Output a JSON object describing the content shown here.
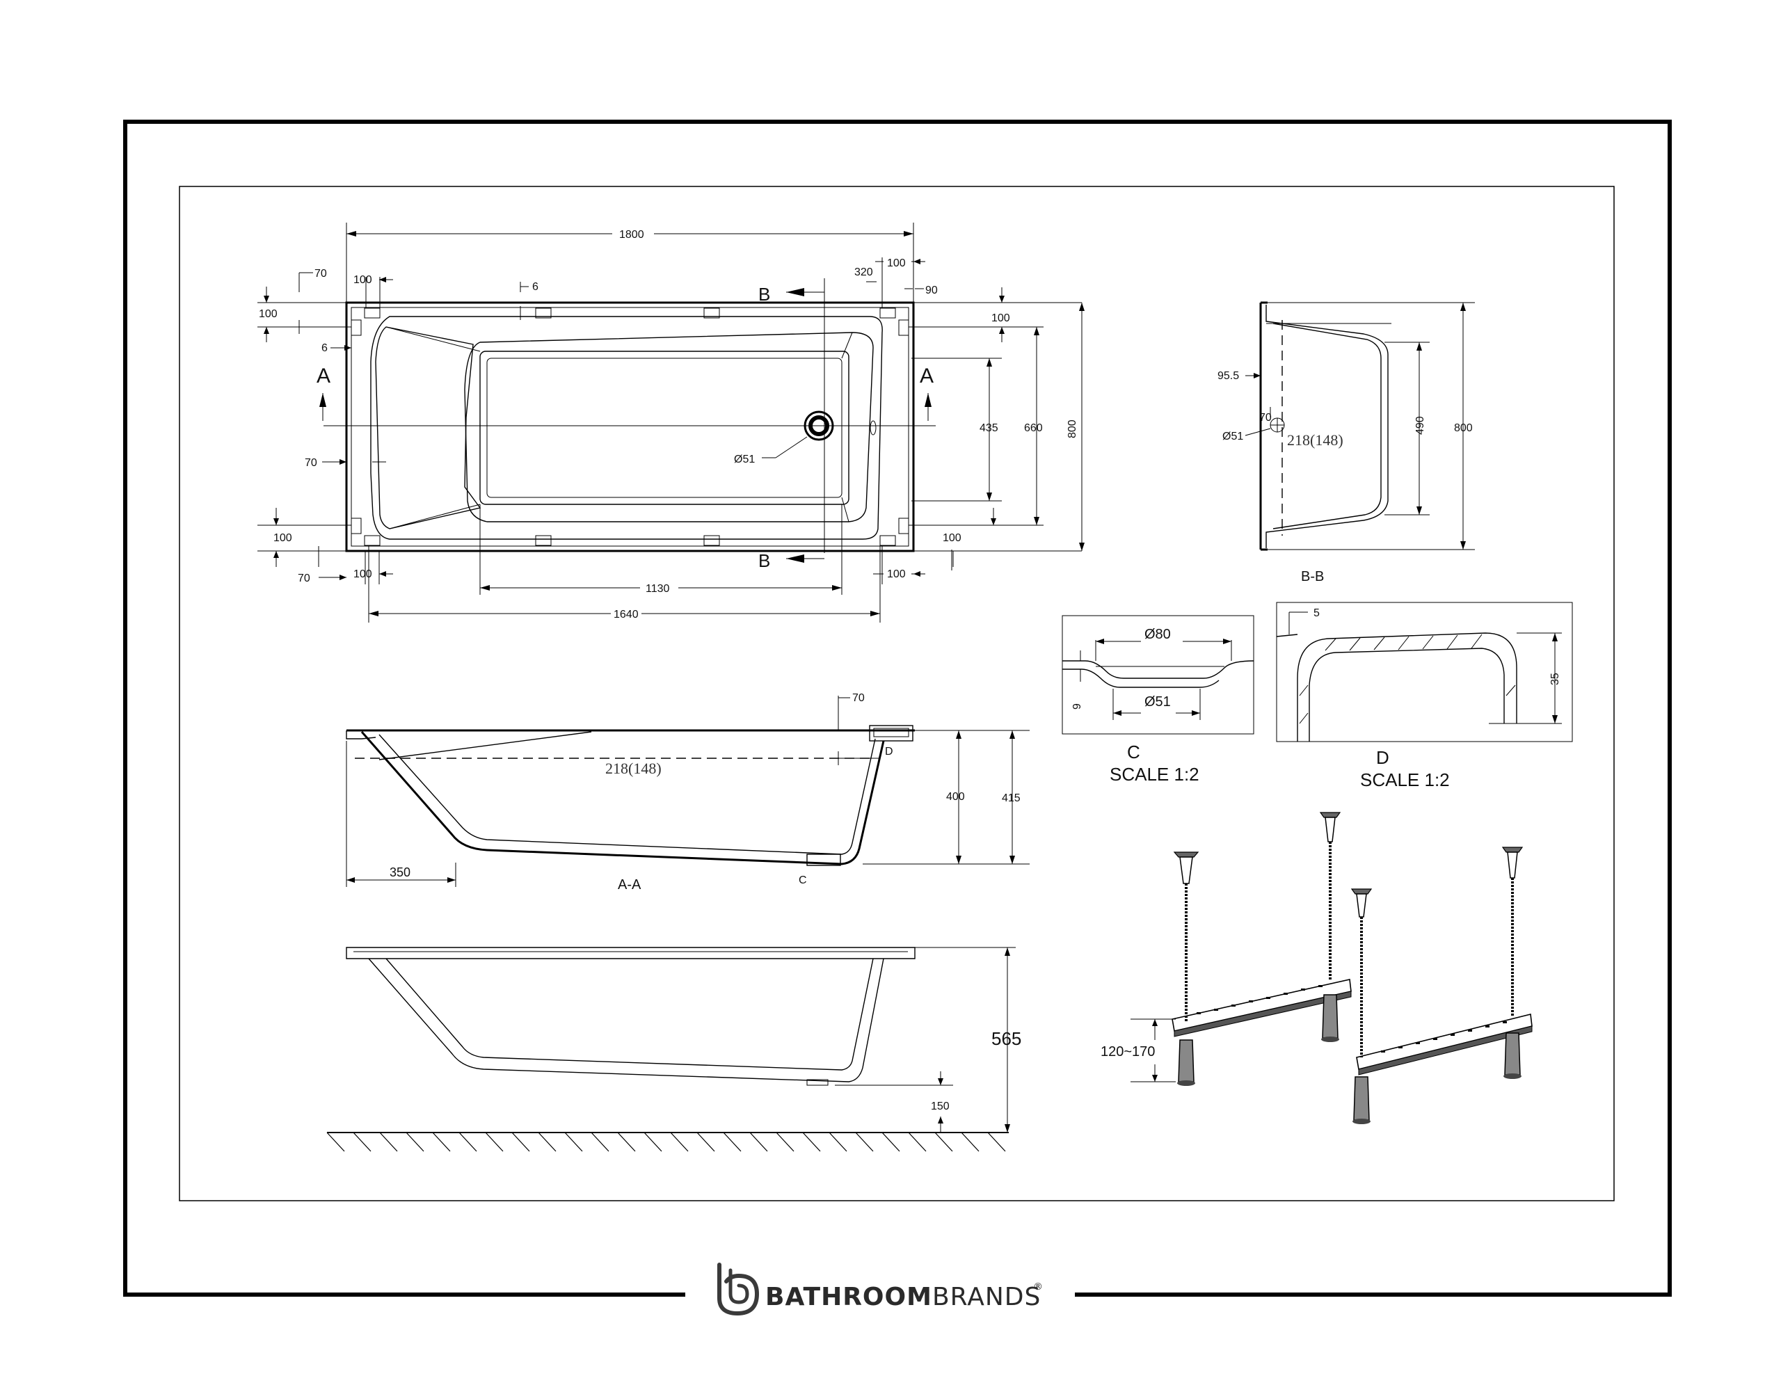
{
  "plan": {
    "overall_length": "1800",
    "inner_length": "1640",
    "waste_span": "1130",
    "dim_320": "320",
    "dim_100_tr": "100",
    "dim_90": "90",
    "dim_70_tl": "70",
    "dim_100_tl": "100",
    "dim_6_top": "6",
    "dim_100_left_top": "100",
    "dim_6_left": "6",
    "dim_70_left": "70",
    "dim_100_left_bot": "100",
    "dim_70_bl": "70",
    "dim_100_bl": "100",
    "dim_100_br": "100",
    "dim_100_right_top": "100",
    "dim_100_right_bot": "100",
    "dim_435": "435",
    "dim_660": "660",
    "dim_800": "800",
    "waste_dia": "Ø51",
    "section_a": "A",
    "section_b": "B"
  },
  "section_bb": {
    "label": "B-B",
    "dim_95_5": "95.5",
    "dim_70": "70",
    "dim_51": "Ø51",
    "depth_note": "218(148)",
    "dim_490": "490",
    "dim_800": "800"
  },
  "detail_c": {
    "label": "C",
    "scale": "SCALE 1:2",
    "dim_80": "Ø80",
    "dim_51": "Ø51",
    "dim_9": "9"
  },
  "detail_d": {
    "label": "D",
    "scale": "SCALE 1:2",
    "dim_5": "5",
    "dim_35": "35"
  },
  "section_aa": {
    "label": "A-A",
    "dim_70": "70",
    "marker_d": "D",
    "marker_c": "C",
    "depth_note": "218(148)",
    "dim_400": "400",
    "dim_415": "415",
    "dim_350": "350"
  },
  "elevation": {
    "dim_565": "565",
    "dim_150": "150"
  },
  "legs": {
    "adjust_range": "120~170"
  },
  "brand": {
    "name_bold": "BATHROOM",
    "name_light": "BRANDS",
    "reg": "®"
  }
}
